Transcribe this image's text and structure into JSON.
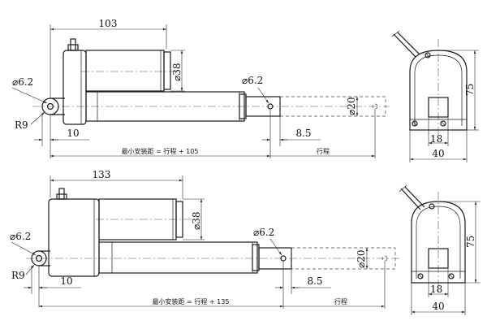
{
  "top_view": {
    "overall_length": "103",
    "motor_diameter": "⌀38",
    "rear_hole": "⌀6.2",
    "front_hole": "⌀6.2",
    "rear_radius": "R9",
    "rear_offset": "10",
    "front_offset": "8.5",
    "rod_diameter": "⌀20",
    "min_install_distance": "最小安装距 = 行程 + 105",
    "stroke": "行程"
  },
  "top_end_view": {
    "height": "75",
    "bracket_width": "18",
    "width": "40"
  },
  "bottom_view": {
    "overall_length": "133",
    "motor_diameter": "⌀38",
    "rear_hole": "⌀6.2",
    "front_hole": "⌀6.2",
    "rear_radius": "R9",
    "rear_offset": "10",
    "front_offset": "8.5",
    "rod_diameter": "⌀20",
    "min_install_distance": "最小安装距 = 行程 + 135",
    "stroke": "行程"
  },
  "bottom_end_view": {
    "height": "75",
    "bracket_width": "18",
    "width": "40"
  }
}
